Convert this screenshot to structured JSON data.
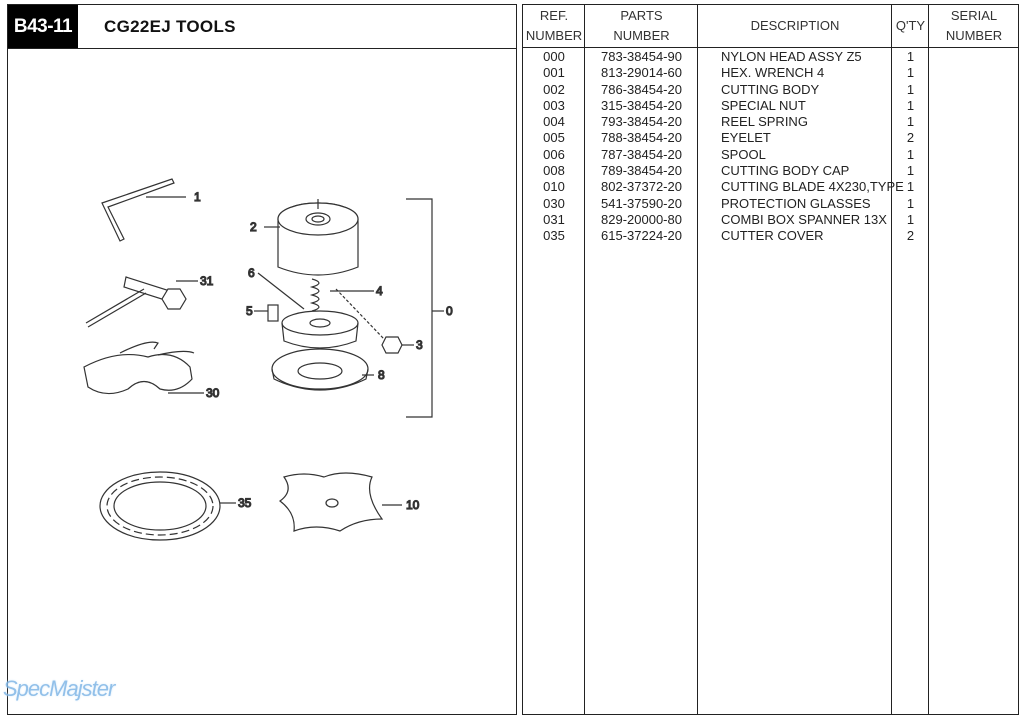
{
  "header": {
    "page_code": "B43-11",
    "title": "CG22EJ  TOOLS"
  },
  "diagram": {
    "callouts": [
      "1",
      "2",
      "31",
      "6",
      "4",
      "5",
      "0",
      "3",
      "30",
      "8",
      "35",
      "10"
    ]
  },
  "table": {
    "columns": {
      "ref_line1": "REF.",
      "ref_line2": "NUMBER",
      "parts_line1": "PARTS",
      "parts_line2": "NUMBER",
      "description": "DESCRIPTION",
      "qty": "Q'TY",
      "serial_line1": "SERIAL",
      "serial_line2": "NUMBER"
    },
    "rows": [
      {
        "ref": "000",
        "part": "783-38454-90",
        "desc": "NYLON HEAD ASSY Z5",
        "qty": "1"
      },
      {
        "ref": "001",
        "part": "813-29014-60",
        "desc": "HEX. WRENCH 4",
        "qty": "1"
      },
      {
        "ref": "002",
        "part": "786-38454-20",
        "desc": "CUTTING BODY",
        "qty": "1"
      },
      {
        "ref": "003",
        "part": "315-38454-20",
        "desc": "SPECIAL NUT",
        "qty": "1"
      },
      {
        "ref": "004",
        "part": "793-38454-20",
        "desc": "REEL SPRING",
        "qty": "1"
      },
      {
        "ref": "005",
        "part": "788-38454-20",
        "desc": "EYELET",
        "qty": "2"
      },
      {
        "ref": "006",
        "part": "787-38454-20",
        "desc": "SPOOL",
        "qty": "1"
      },
      {
        "ref": "008",
        "part": "789-38454-20",
        "desc": "CUTTING BODY CAP",
        "qty": "1"
      },
      {
        "ref": "010",
        "part": "802-37372-20",
        "desc": "CUTTING BLADE 4X230,TYPE",
        "qty": "1"
      },
      {
        "ref": "030",
        "part": "541-37590-20",
        "desc": "PROTECTION GLASSES",
        "qty": "1"
      },
      {
        "ref": "031",
        "part": "829-20000-80",
        "desc": "COMBI BOX SPANNER  13X",
        "qty": "1"
      },
      {
        "ref": "035",
        "part": "615-37224-20",
        "desc": "CUTTER COVER",
        "qty": "2"
      }
    ]
  },
  "watermark": "SpecMajster"
}
